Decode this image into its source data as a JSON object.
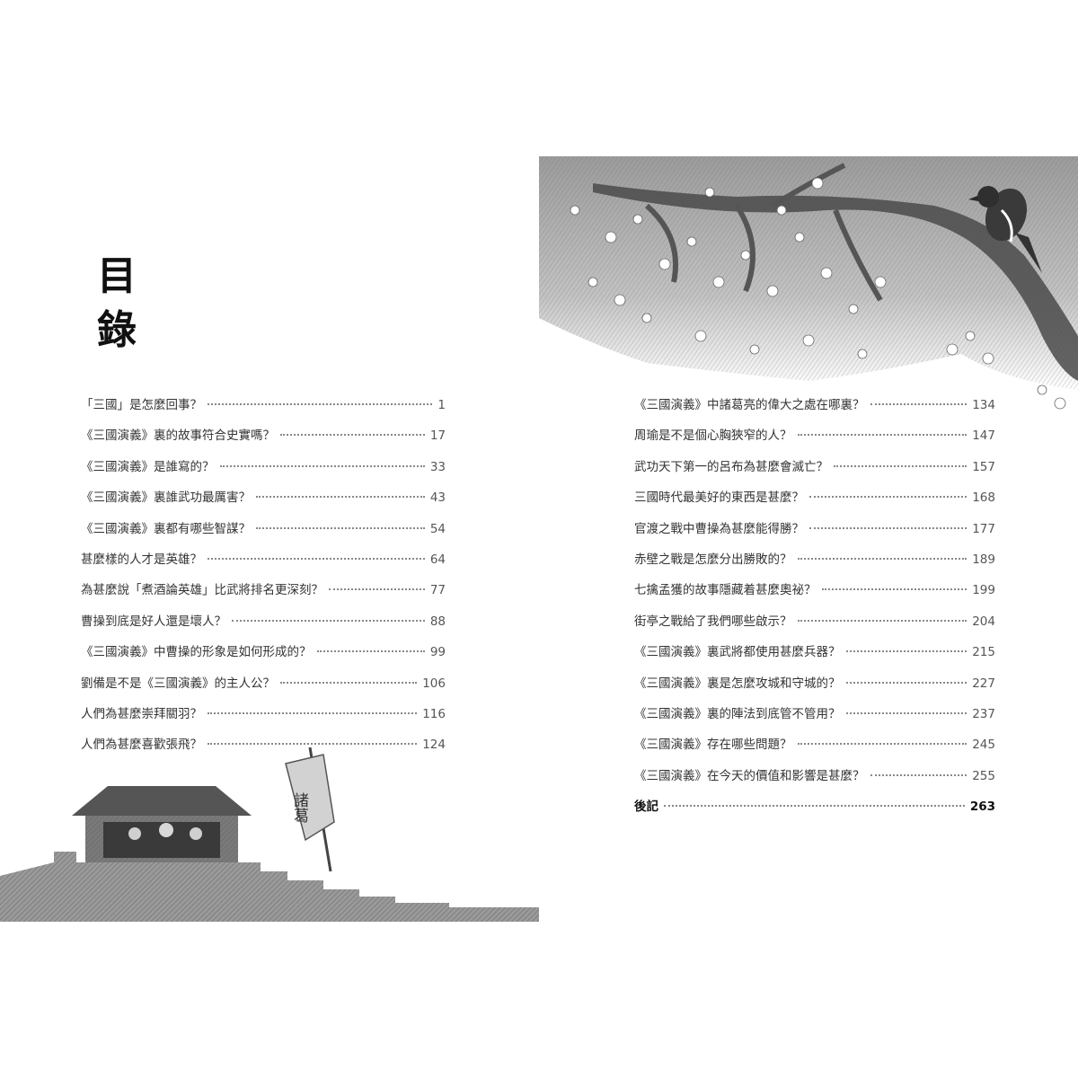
{
  "title": {
    "line1": "目",
    "line2": "錄"
  },
  "toc_left": [
    {
      "title": "「三國」是怎麼回事？",
      "page": "1"
    },
    {
      "title": "《三國演義》裏的故事符合史實嗎？",
      "page": "17"
    },
    {
      "title": "《三國演義》是誰寫的？",
      "page": "33"
    },
    {
      "title": "《三國演義》裏誰武功最厲害？",
      "page": "43"
    },
    {
      "title": "《三國演義》裏都有哪些智謀？",
      "page": "54"
    },
    {
      "title": "甚麼樣的人才是英雄？",
      "page": "64"
    },
    {
      "title": "為甚麼說「煮酒論英雄」比武將排名更深刻？",
      "page": "77"
    },
    {
      "title": "曹操到底是好人還是壞人？",
      "page": "88"
    },
    {
      "title": "《三國演義》中曹操的形象是如何形成的？",
      "page": "99"
    },
    {
      "title": "劉備是不是《三國演義》的主人公？",
      "page": "106"
    },
    {
      "title": "人們為甚麼崇拜關羽？",
      "page": "116"
    },
    {
      "title": "人們為甚麼喜歡張飛？",
      "page": "124"
    }
  ],
  "toc_right": [
    {
      "title": "《三國演義》中諸葛亮的偉大之處在哪裏？",
      "page": "134"
    },
    {
      "title": "周瑜是不是個心胸狹窄的人？",
      "page": "147"
    },
    {
      "title": "武功天下第一的呂布為甚麼會滅亡？",
      "page": "157"
    },
    {
      "title": "三國時代最美好的東西是甚麼？",
      "page": "168"
    },
    {
      "title": "官渡之戰中曹操為甚麼能得勝？",
      "page": "177"
    },
    {
      "title": "赤壁之戰是怎麼分出勝敗的？",
      "page": "189"
    },
    {
      "title": "七擒孟獲的故事隱藏着甚麼奧祕？",
      "page": "199"
    },
    {
      "title": "街亭之戰給了我們哪些啟示？",
      "page": "204"
    },
    {
      "title": "《三國演義》裏武將都使用甚麼兵器？",
      "page": "215"
    },
    {
      "title": "《三國演義》裏是怎麼攻城和守城的？",
      "page": "227"
    },
    {
      "title": "《三國演義》裏的陣法到底管不管用？",
      "page": "237"
    },
    {
      "title": "《三國演義》存在哪些問題？",
      "page": "245"
    },
    {
      "title": "《三國演義》在今天的價值和影響是甚麼？",
      "page": "255"
    },
    {
      "title": "後記",
      "page": "263",
      "bold": true
    }
  ],
  "illustrations": {
    "wall": {
      "banner_text": "諸葛"
    }
  }
}
